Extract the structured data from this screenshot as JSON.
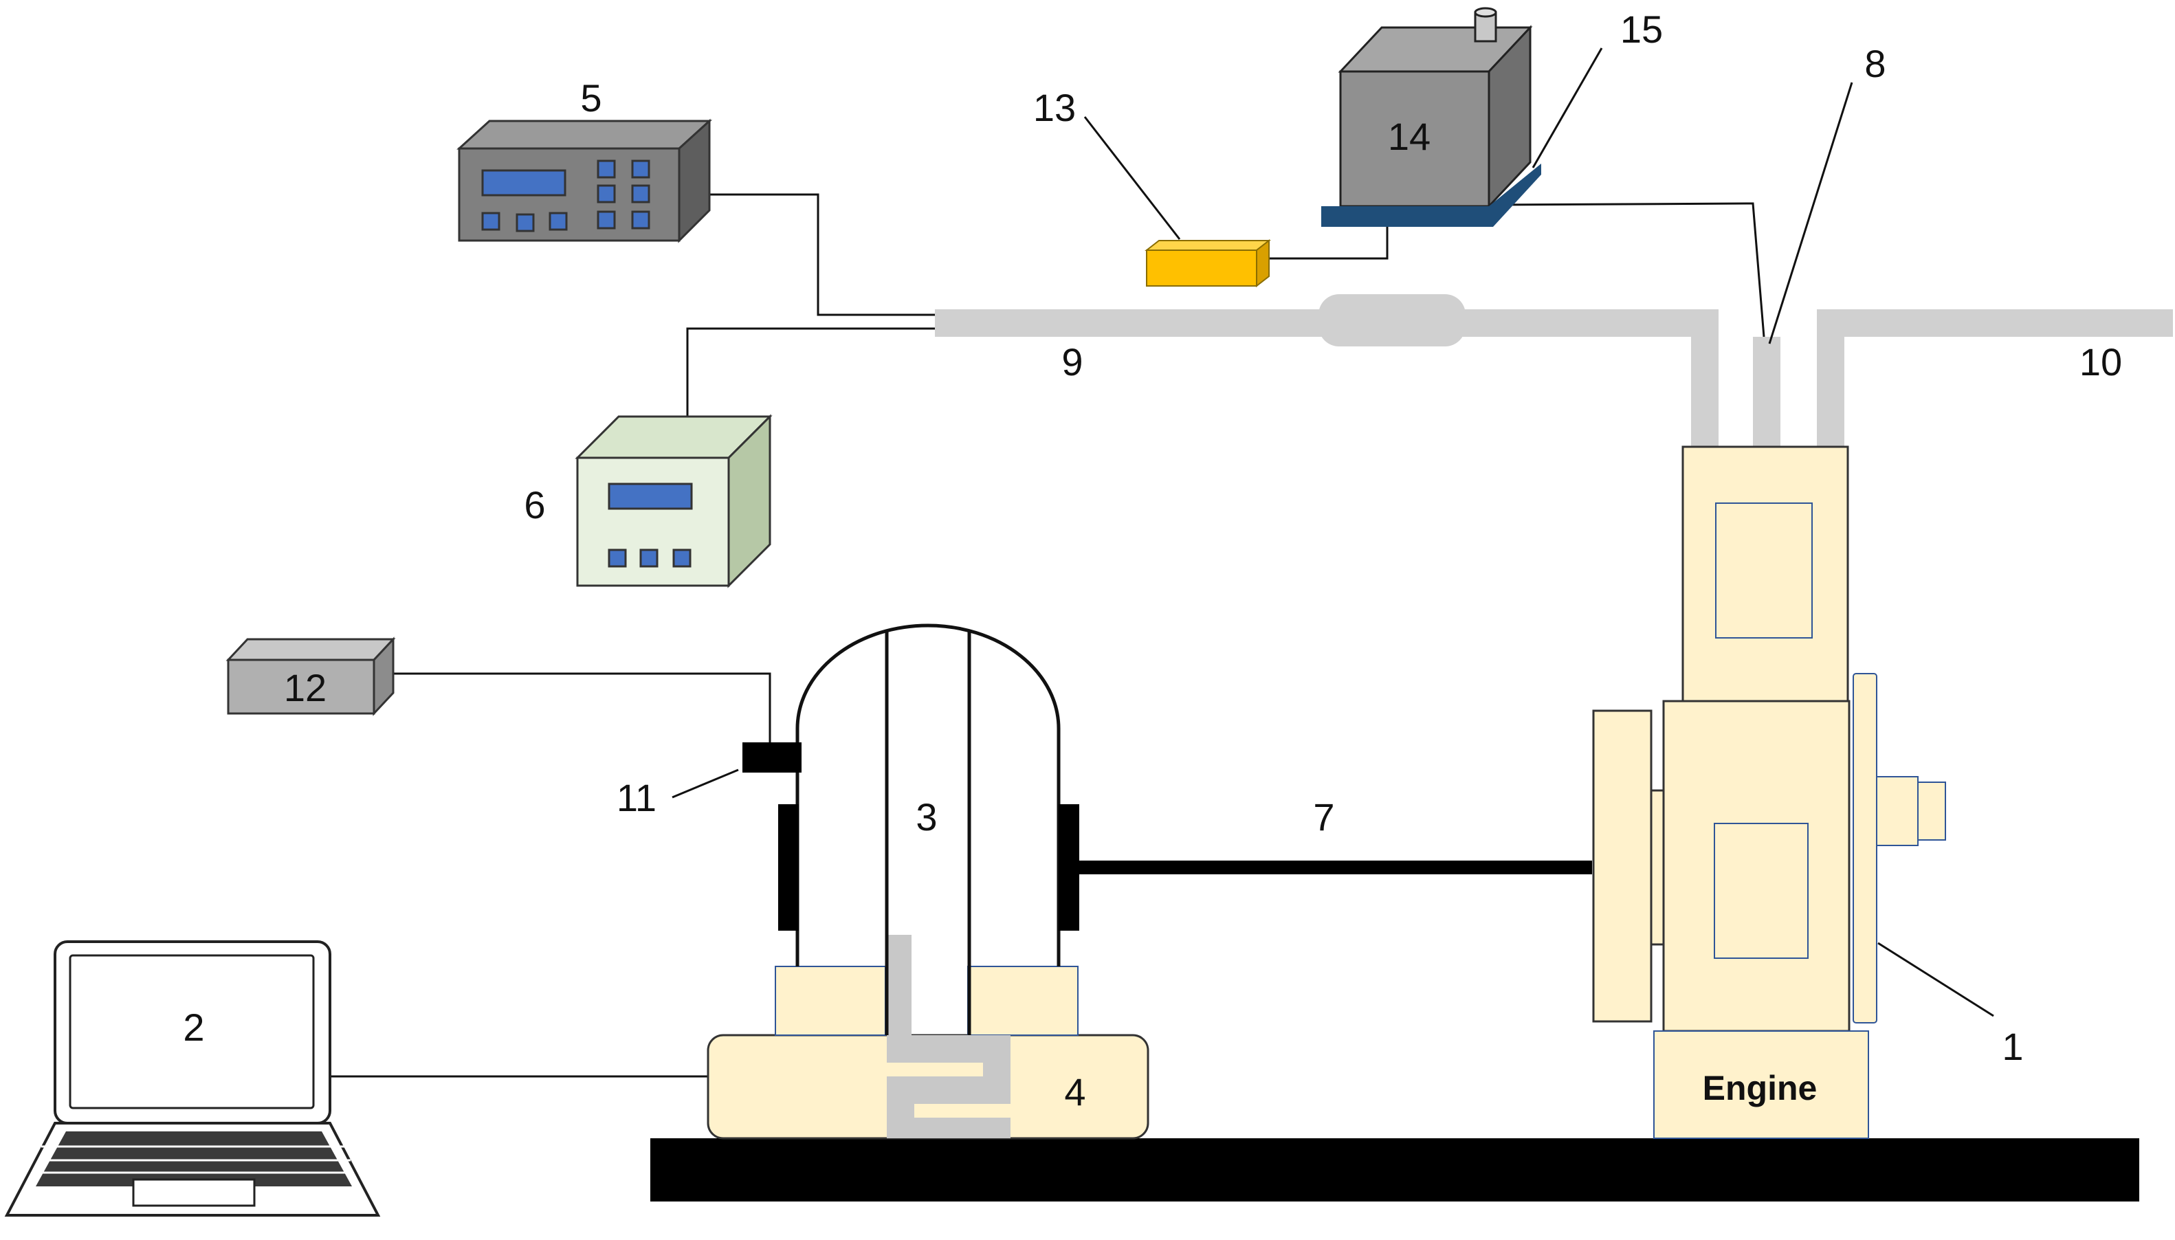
{
  "labels": {
    "engine_num": "1",
    "computer": "2",
    "dynamometer": "3",
    "dyno_base": "4",
    "analyzer_a": "5",
    "analyzer_b": "6",
    "shaft": "7",
    "probe": "8",
    "intake_pipe": "9",
    "exhaust_pipe": "10",
    "sensor": "11",
    "sensor_box": "12",
    "yellow_unit": "13",
    "fuel_tank": "14",
    "scale": "15",
    "engine_text": "Engine"
  },
  "colors": {
    "device_dark": "#808080",
    "device_green": "#e8f1e0",
    "screen_blue": "#4472c4",
    "cream": "#fff2cc",
    "pipe_grey": "#d0d0d0",
    "yellow": "#ffc000",
    "scale_blue": "#1f4e79",
    "rail": "#000000"
  }
}
